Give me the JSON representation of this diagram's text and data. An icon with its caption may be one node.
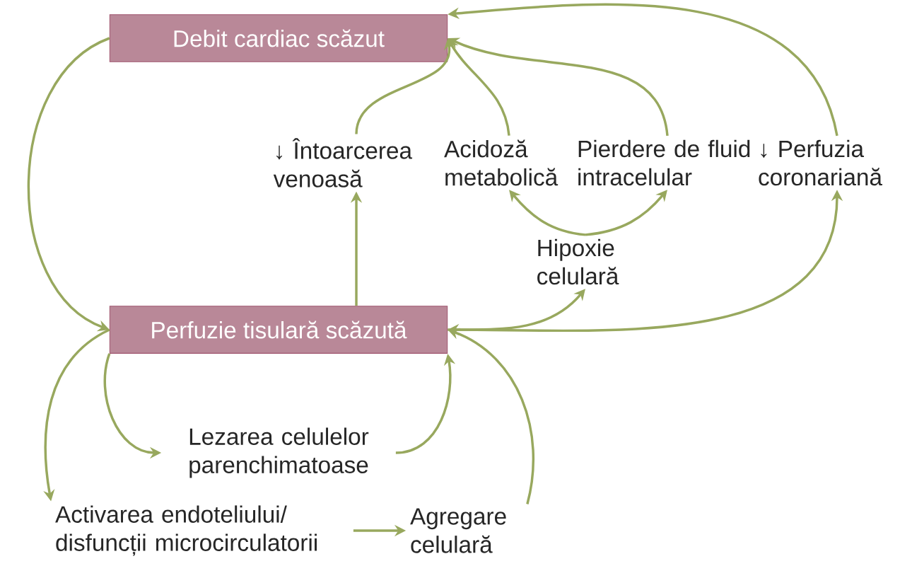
{
  "diagram": {
    "nodes": [
      {
        "text": [
          "Debit cardiac scăzut"
        ]
      },
      {
        "text": [
          "↓ Întoarcerea venoasă"
        ]
      },
      {
        "text": [
          "Acidoză metabolică"
        ]
      },
      {
        "text": [
          "Pierdere de fluid intracelular"
        ]
      },
      {
        "text": [
          "↓ Perfuzia coronariană"
        ]
      },
      {
        "text": [
          "Hipoxie celulară"
        ]
      },
      {
        "text": [
          "Perfuzie tisulară scăzută"
        ]
      },
      {
        "text": [
          "Lezarea celulelor parenchimatoase"
        ]
      },
      {
        "text": [
          "Activarea endoteliului/ disfuncții microcirculatorii"
        ]
      },
      {
        "text": [
          "Agregare celulară"
        ]
      }
    ],
    "edges": [
      {
        "from": 0,
        "to": 6,
        "arrow": "to"
      },
      {
        "from": 1,
        "to": 0,
        "arrow": "to"
      },
      {
        "from": 2,
        "to": 0,
        "arrow": "to"
      },
      {
        "from": 3,
        "to": 0,
        "arrow": "to"
      },
      {
        "from": 4,
        "to": 0,
        "arrow": "to"
      },
      {
        "from": 5,
        "to": 2,
        "arrow": "to"
      },
      {
        "from": 5,
        "to": 3,
        "arrow": "to"
      },
      {
        "from": 6,
        "to": 1,
        "arrow": "to"
      },
      {
        "from": 6,
        "to": 5,
        "arrow": "to"
      },
      {
        "from": 6,
        "to": 4,
        "arrow": "both"
      },
      {
        "from": 6,
        "to": 7,
        "arrow": "to"
      },
      {
        "from": 7,
        "to": 6,
        "arrow": "to"
      },
      {
        "from": 6,
        "to": 8,
        "arrow": "to"
      },
      {
        "from": 8,
        "to": 9,
        "arrow": "to"
      },
      {
        "from": 9,
        "to": 6,
        "arrow": "to"
      }
    ]
  }
}
